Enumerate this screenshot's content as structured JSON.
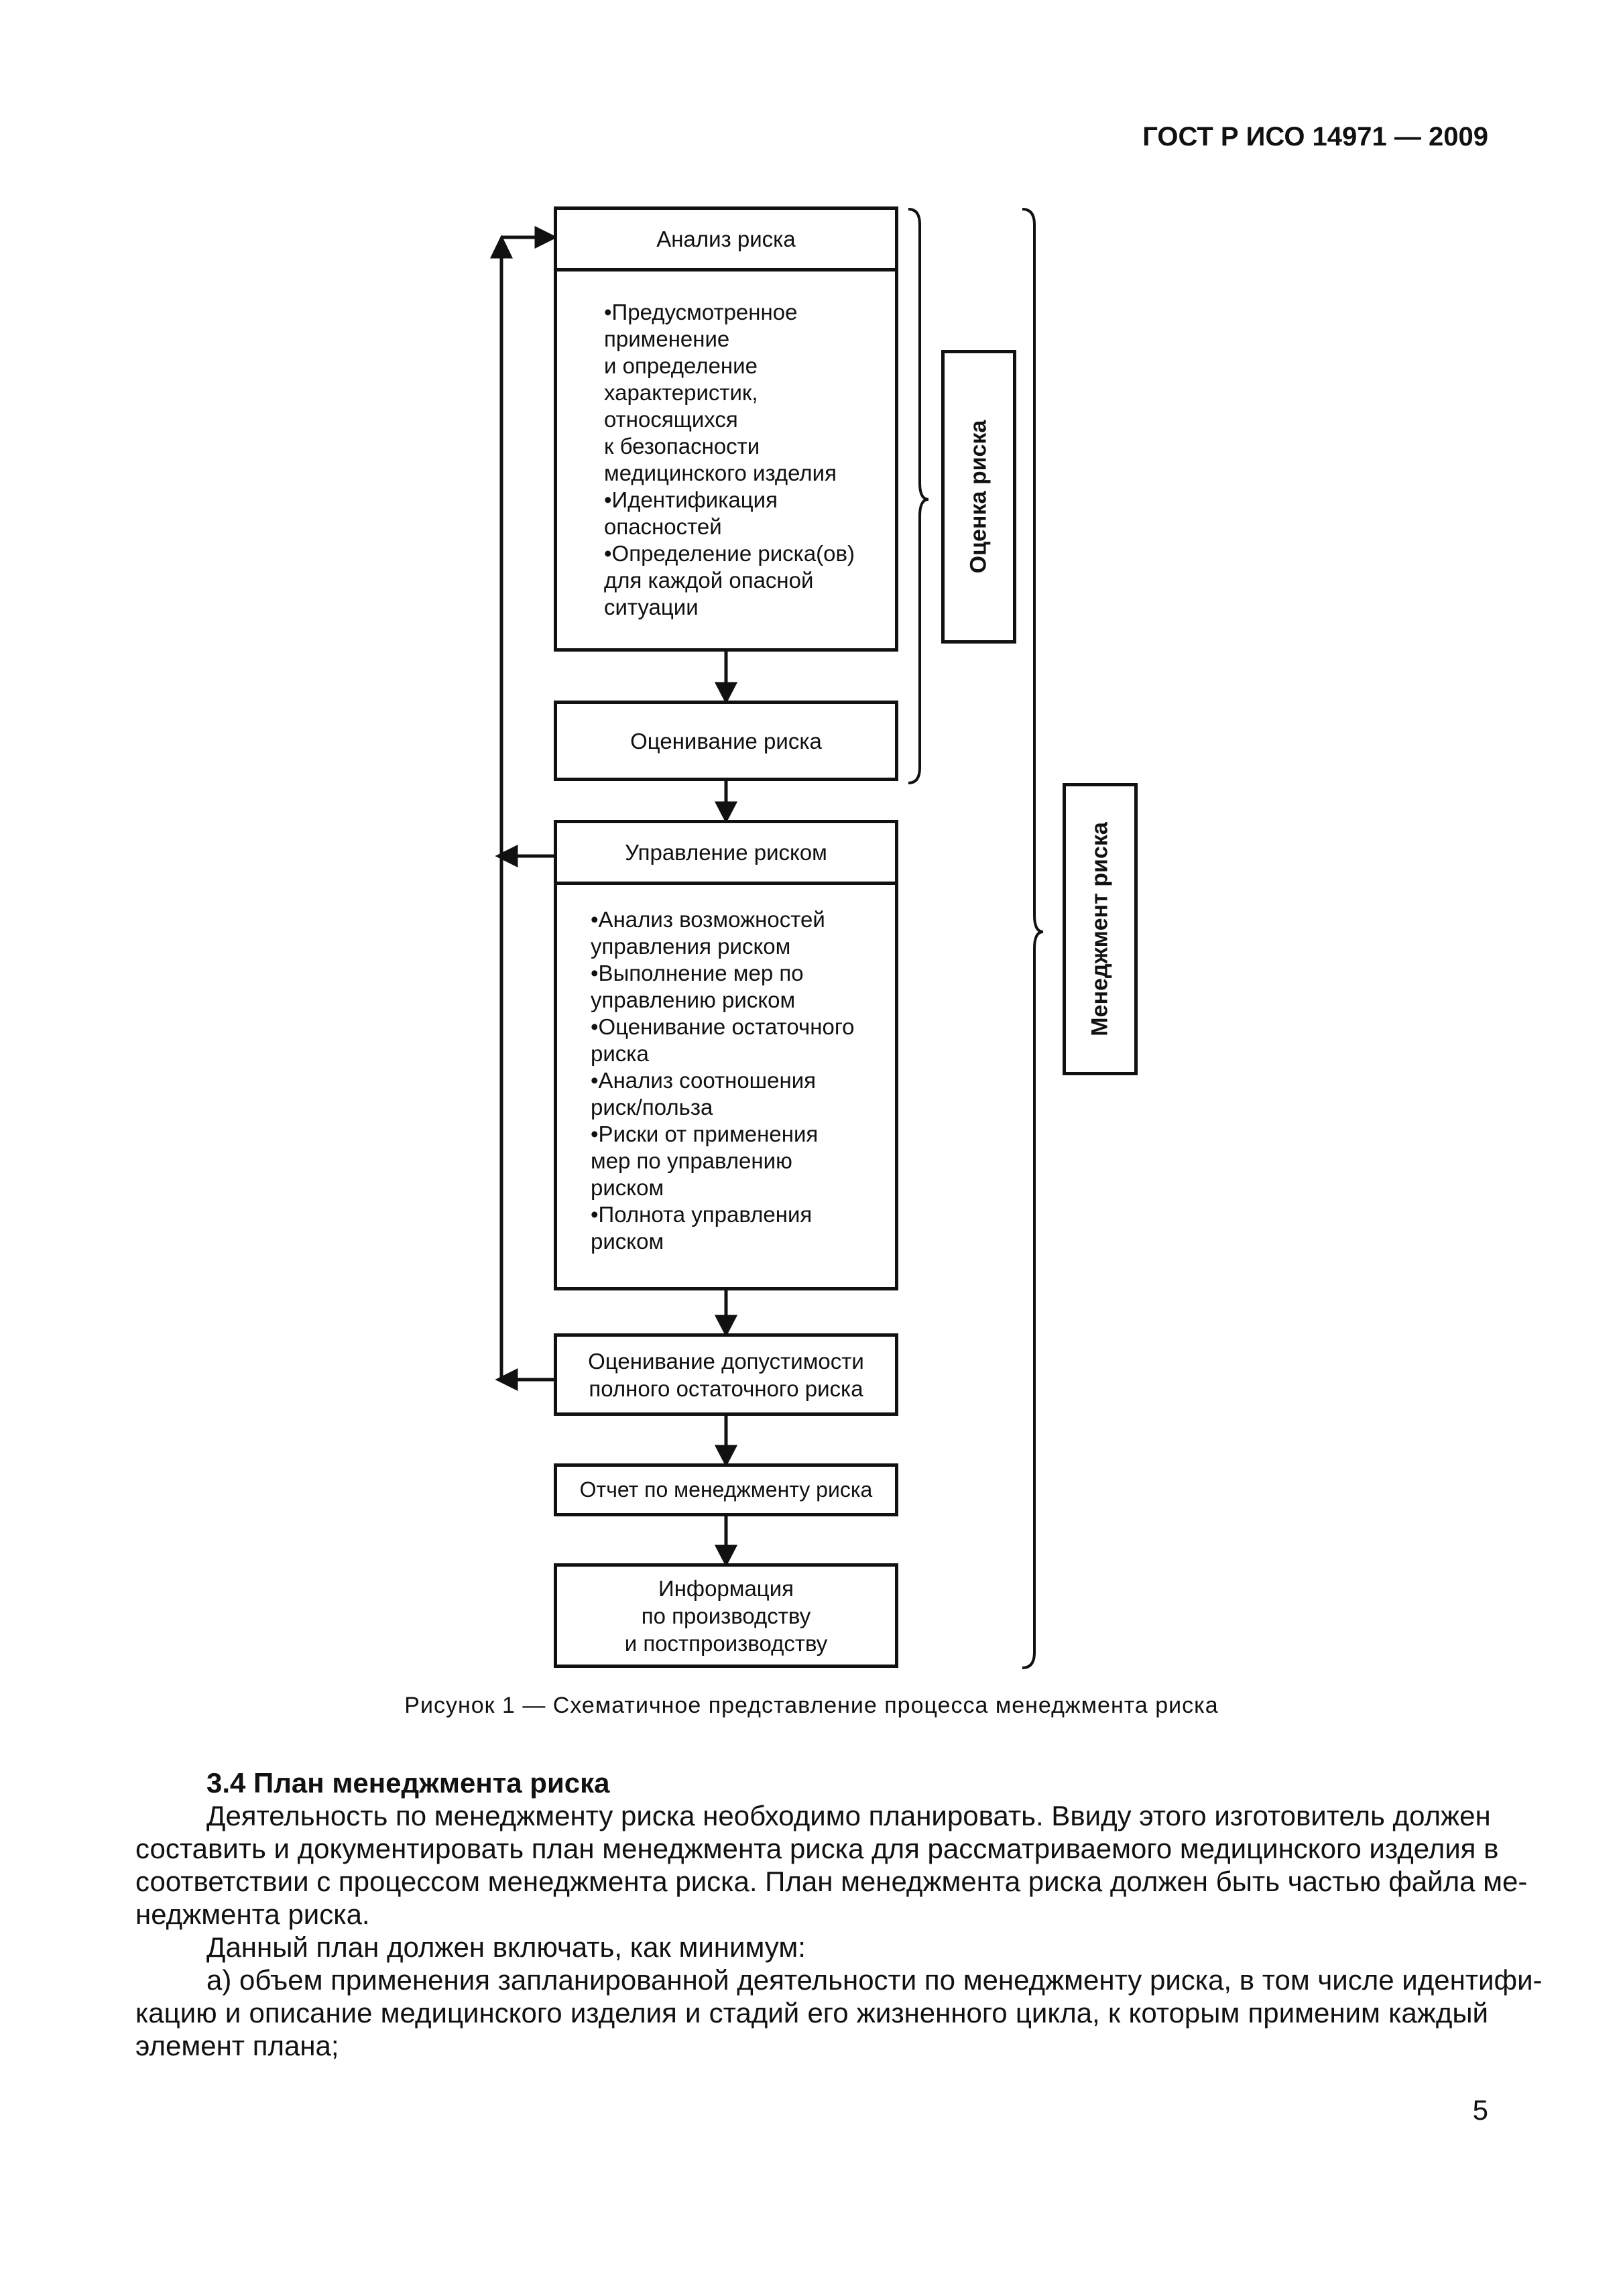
{
  "header": {
    "doc_id": "ГОСТ Р ИСО 14971 — 2009"
  },
  "figure": {
    "analysis": {
      "title": "Анализ риска",
      "items": [
        "•Предусмотренное\nприменение\nи определение\nхарактеристик,\nотносящихся\nк безопасности\nмедицинского изделия",
        "•Идентификация\nопасностей",
        "•Определение риска(ов)\nдля каждой опасной\nситуации"
      ]
    },
    "evaluation": "Оценивание риска",
    "control": {
      "title": "Управление риском",
      "items": [
        "•Анализ возможностей\nуправления риском",
        "•Выполнение мер по\nуправлению риском",
        "•Оценивание остаточного\nриска",
        "•Анализ соотношения\nриск/польза",
        "•Риски от применения\nмер по управлению\nриском",
        "•Полнота управления\nриском"
      ]
    },
    "acceptability": "Оценивание допустимости\nполного остаточного риска",
    "report": "Отчет по менеджменту риска",
    "info": "Информация\nпо производству\nи постпроизводству",
    "risk_assessment_label": "Оценка риска",
    "risk_management_label": "Менеджмент риска",
    "caption": "Рисунок 1 — Схематичное представление процесса менеджмента риска"
  },
  "section": {
    "title": "3.4 План менеджмента риска",
    "para1": [
      "Деятельность по менеджменту риска необходимо планировать. Ввиду этого изготовитель должен",
      "составить и документировать план менеджмента риска для рассматриваемого медицинского изделия в",
      "соответствии с процессом менеджмента риска. План менеджмента риска должен быть частью файла ме-",
      "неджмента риска."
    ],
    "para2": "Данный план должен включать, как минимум:",
    "item_a": [
      "а) объем применения запланированной деятельности по менеджменту риска, в том числе идентифи-",
      "кацию и описание медицинского изделия и стадий его жизненного цикла, к которым применим каждый",
      "элемент плана;"
    ]
  },
  "page_number": "5"
}
